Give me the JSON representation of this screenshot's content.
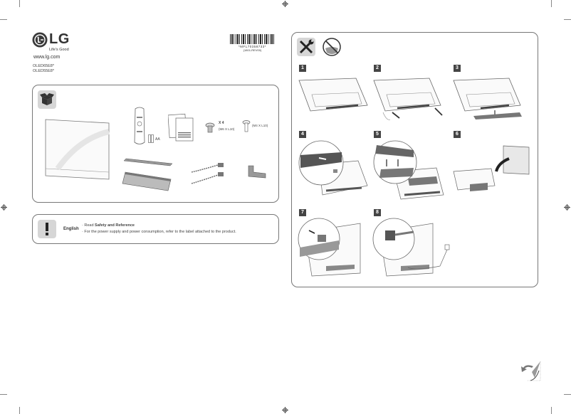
{
  "header": {
    "brand": "LG",
    "tagline": "Life's Good",
    "website": "www.lg.com",
    "models": [
      "OLED65E8*",
      "OLED55E8*"
    ],
    "barcode_text": "*MFL70358733*",
    "barcode_rev": "(1801-REV00)"
  },
  "contents_panel": {
    "icon": "open-box-icon",
    "items": {
      "battery_label": "AA",
      "screw1_qty": "X 4",
      "screw1_spec": "(M6 X L10)",
      "screw2_spec": "(M4 X L10)"
    }
  },
  "notice_panel": {
    "icon": "exclamation-icon",
    "language": "English",
    "line1_prefix": "· Read ",
    "line1_bold": "Safety and Reference",
    "line2": "· For the power supply and power consumption, refer to the label attached to the product."
  },
  "assembly_panel": {
    "icons": [
      "tools-icon",
      "no-liquid-icon"
    ],
    "steps": [
      "1",
      "2",
      "3",
      "4",
      "5",
      "6",
      "7",
      "8"
    ]
  },
  "footer": {
    "corner_icon": "page-turn-icon"
  }
}
